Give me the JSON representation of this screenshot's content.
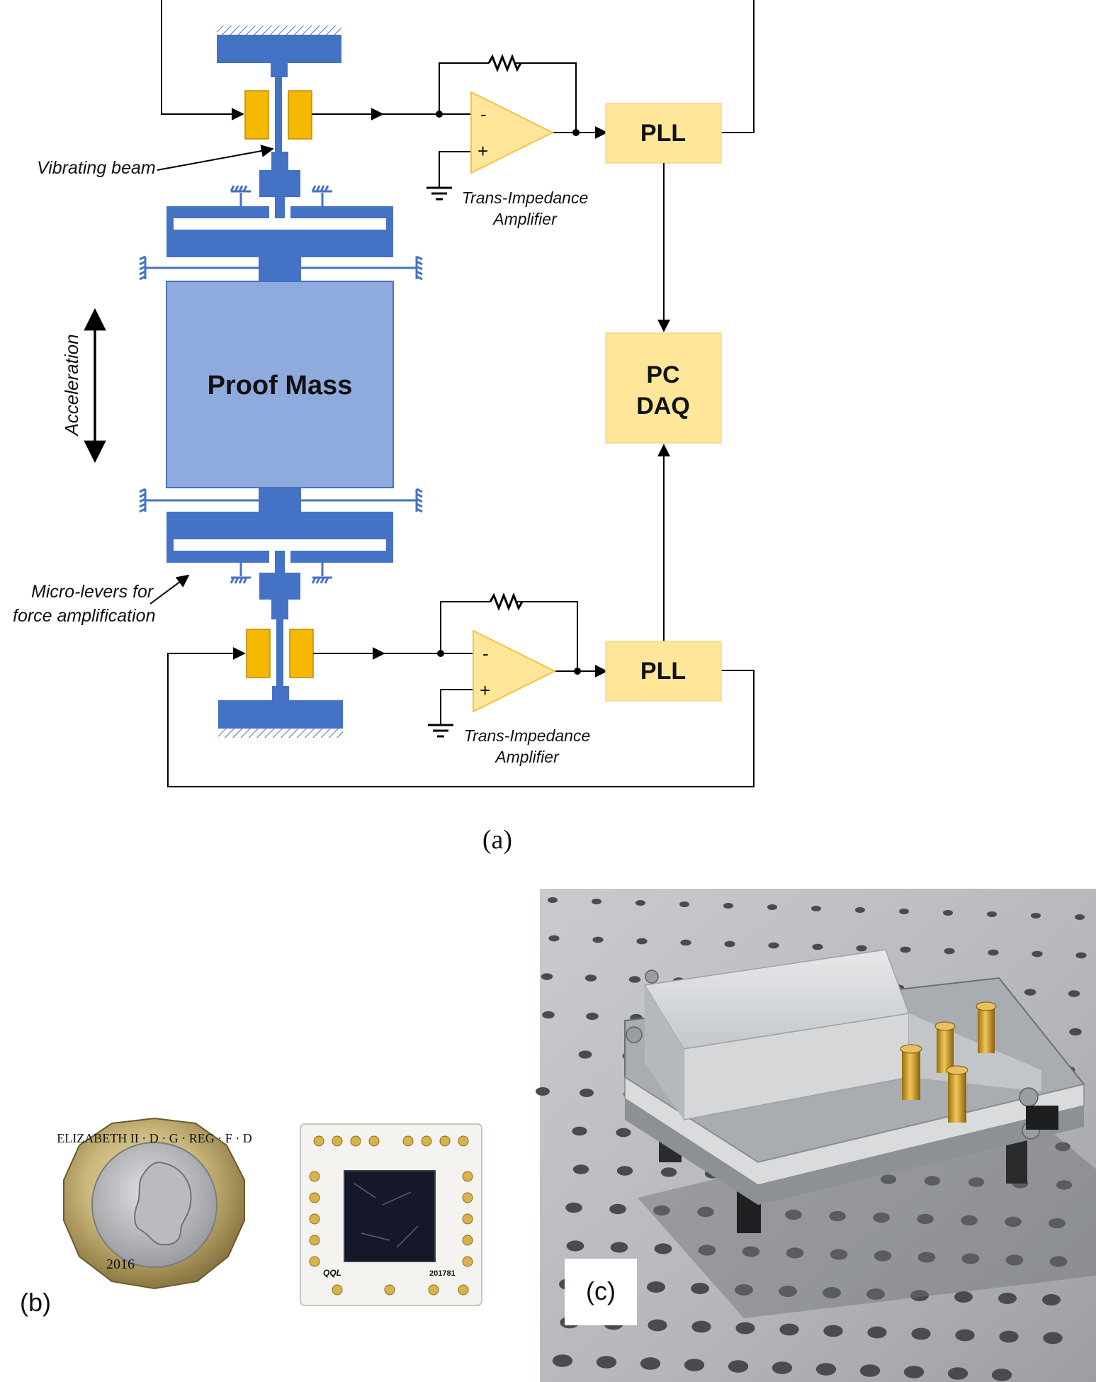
{
  "diagram": {
    "labels": {
      "vibrating_beam": "Vibrating beam",
      "acceleration": "Acceleration",
      "proof_mass": "Proof Mass",
      "micro_levers_line1": "Micro-levers for",
      "micro_levers_line2": "force amplification",
      "tia_top_line1": "Trans-Impedance",
      "tia_top_line2": "Amplifier",
      "tia_bottom_line1": "Trans-Impedance",
      "tia_bottom_line2": "Amplifier",
      "pll_top": "PLL",
      "pll_bottom": "PLL",
      "pc_line1": "PC",
      "daq_line2": "DAQ",
      "minus_sign": "-",
      "plus_sign": "+"
    },
    "colors": {
      "structure_blue": "#4472C4",
      "proof_mass_fill": "#8FAADC",
      "electrode_gold": "#F5B800",
      "amp_fill": "#FFE699",
      "block_fill": "#FFE699",
      "wire": "#000000"
    }
  },
  "captions": {
    "a": "(a)",
    "b": "(b)",
    "c": "(c)"
  },
  "photos": {
    "coin_text_top": "ELIZABETH II · D · G · REG · F · D",
    "coin_year": "2016",
    "chip_marking_left": "QQL",
    "chip_marking_right": "201781"
  }
}
